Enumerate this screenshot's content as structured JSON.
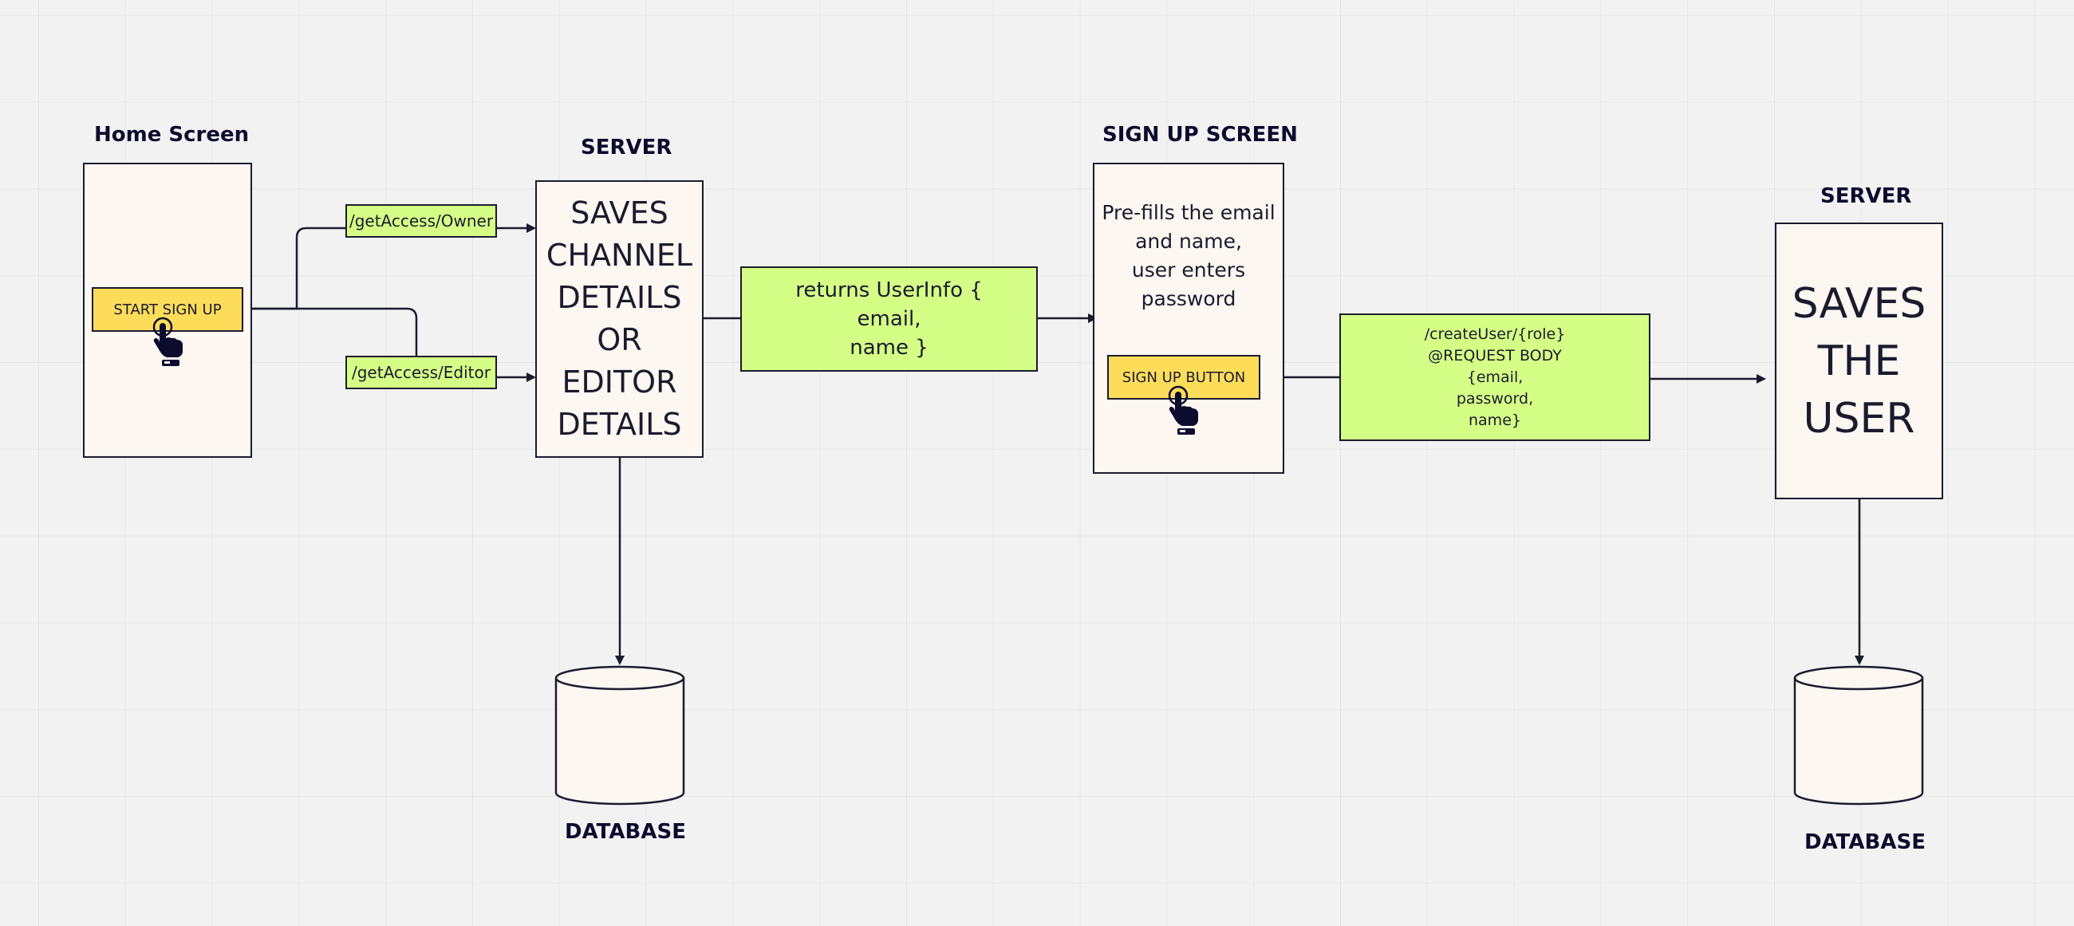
{
  "labels": {
    "home_screen": "Home Screen",
    "server_1": "SERVER",
    "signup_screen": "SIGN UP SCREEN",
    "server_2": "SERVER",
    "database_1": "DATABASE",
    "database_2": "DATABASE"
  },
  "buttons": {
    "start_signup": "START SIGN UP",
    "signup_button": "SIGN UP BUTTON"
  },
  "routes": {
    "get_access_owner": "/getAccess/Owner",
    "get_access_editor": "/getAccess/Editor"
  },
  "boxes": {
    "server_1_text": "SAVES\nCHANNEL\nDETAILS\nOR\nEDITOR\nDETAILS",
    "returns_userinfo": "returns UserInfo {\nemail,\nname }",
    "signup_description": "Pre-fills the email\nand name,\nuser enters\npassword",
    "create_user_request": "/createUser/{role}\n@REQUEST BODY\n{email,\npassword,\nname}",
    "server_2_text": "SAVES\nTHE\nUSER"
  },
  "icons": {
    "tap_cursor": "hand-pointer-icon",
    "database": "database-cylinder-icon"
  },
  "colors": {
    "background": "#f2f2f2",
    "frame_fill": "#fcf7f1",
    "green_fill": "#d5fe86",
    "button_fill": "#fddc5a",
    "ink": "#1b1b2e"
  }
}
